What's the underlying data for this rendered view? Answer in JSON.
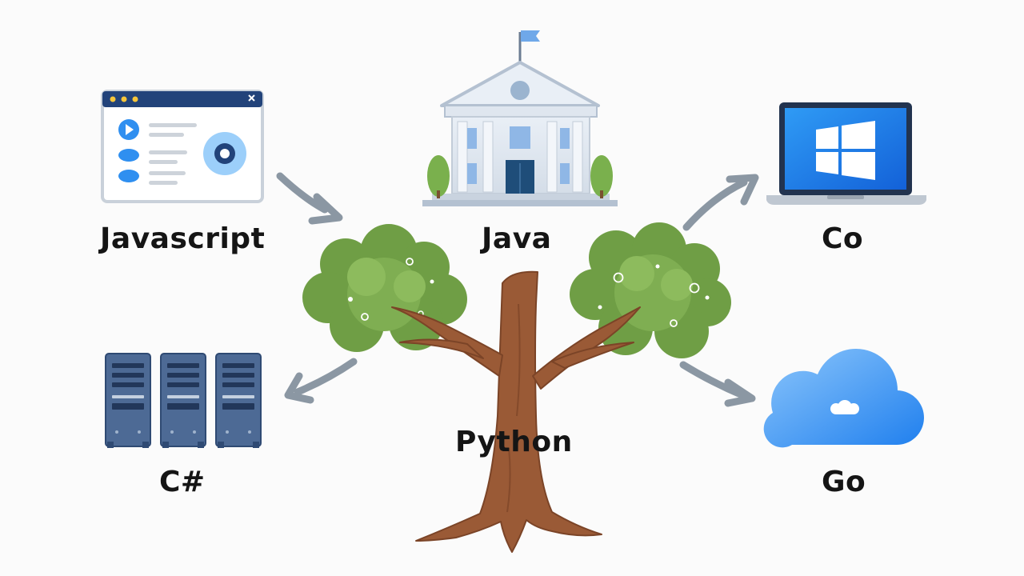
{
  "nodes": {
    "root": {
      "label": "Python",
      "icon": "tree-icon"
    },
    "javascript": {
      "label": "Javascript",
      "icon": "browser-window-icon"
    },
    "java": {
      "label": "Java",
      "icon": "government-building-icon"
    },
    "co": {
      "label": "Co",
      "icon": "windows-laptop-icon"
    },
    "csharp": {
      "label": "C#",
      "icon": "server-rack-icon"
    },
    "go": {
      "label": "Go",
      "icon": "cloud-icon"
    }
  },
  "colors": {
    "arrow": "#8b97a3",
    "trunk": "#9a5a36",
    "foliage": "#6f9e45",
    "accent_blue": "#2f8ff0",
    "navy": "#24406a"
  }
}
